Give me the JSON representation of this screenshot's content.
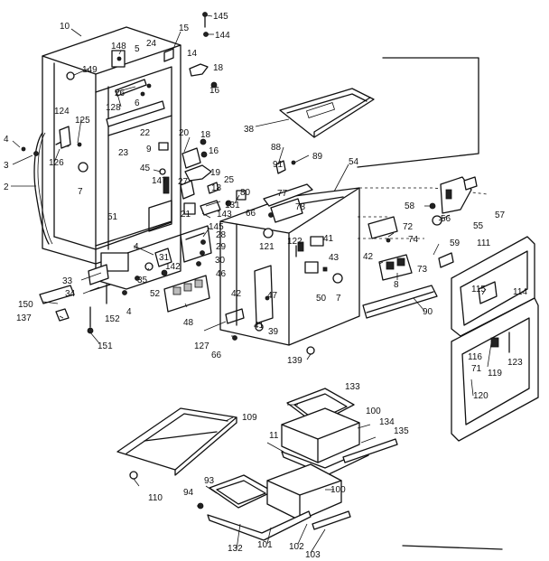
{
  "labels": [
    {
      "key": "l10",
      "text": "10"
    },
    {
      "key": "l145a",
      "text": "145"
    },
    {
      "key": "l144",
      "text": "144"
    },
    {
      "key": "l15",
      "text": "15"
    },
    {
      "key": "l148",
      "text": "148"
    },
    {
      "key": "l5",
      "text": "5"
    },
    {
      "key": "l24",
      "text": "24"
    },
    {
      "key": "l14",
      "text": "14"
    },
    {
      "key": "l18a",
      "text": "18"
    },
    {
      "key": "l149",
      "text": "149"
    },
    {
      "key": "l26",
      "text": "26"
    },
    {
      "key": "l6",
      "text": "6"
    },
    {
      "key": "l16a",
      "text": "16"
    },
    {
      "key": "l128",
      "text": "128"
    },
    {
      "key": "l124",
      "text": "124"
    },
    {
      "key": "l125",
      "text": "125"
    },
    {
      "key": "l22",
      "text": "22"
    },
    {
      "key": "l23",
      "text": "23"
    },
    {
      "key": "l9",
      "text": "9"
    },
    {
      "key": "l4a",
      "text": "4"
    },
    {
      "key": "l3",
      "text": "3"
    },
    {
      "key": "l126",
      "text": "126"
    },
    {
      "key": "l20",
      "text": "20"
    },
    {
      "key": "l18b",
      "text": "18"
    },
    {
      "key": "l16b",
      "text": "16"
    },
    {
      "key": "l2",
      "text": "2"
    },
    {
      "key": "l45",
      "text": "45"
    },
    {
      "key": "l147",
      "text": "147"
    },
    {
      "key": "l7a",
      "text": "7"
    },
    {
      "key": "l19",
      "text": "19"
    },
    {
      "key": "l25",
      "text": "25"
    },
    {
      "key": "l27",
      "text": "27"
    },
    {
      "key": "l18c",
      "text": "18"
    },
    {
      "key": "l131",
      "text": "131"
    },
    {
      "key": "l21",
      "text": "21"
    },
    {
      "key": "l143",
      "text": "143"
    },
    {
      "key": "l51",
      "text": "51"
    },
    {
      "key": "l145b",
      "text": "145"
    },
    {
      "key": "l28",
      "text": "28"
    },
    {
      "key": "l4b",
      "text": "4"
    },
    {
      "key": "l29",
      "text": "29"
    },
    {
      "key": "l31",
      "text": "31"
    },
    {
      "key": "l142",
      "text": "142"
    },
    {
      "key": "l30",
      "text": "30"
    },
    {
      "key": "l46",
      "text": "46"
    },
    {
      "key": "l33",
      "text": "33"
    },
    {
      "key": "l35",
      "text": "35"
    },
    {
      "key": "l52",
      "text": "52"
    },
    {
      "key": "l34",
      "text": "34"
    },
    {
      "key": "l150",
      "text": "150"
    },
    {
      "key": "l4c",
      "text": "4"
    },
    {
      "key": "l152",
      "text": "152"
    },
    {
      "key": "l137",
      "text": "137"
    },
    {
      "key": "l48",
      "text": "48"
    },
    {
      "key": "l151",
      "text": "151"
    },
    {
      "key": "l38",
      "text": "38"
    },
    {
      "key": "l88",
      "text": "88"
    },
    {
      "key": "l89",
      "text": "89"
    },
    {
      "key": "l91",
      "text": "91"
    },
    {
      "key": "l54",
      "text": "54"
    },
    {
      "key": "l80",
      "text": "80"
    },
    {
      "key": "l77",
      "text": "77"
    },
    {
      "key": "l66a",
      "text": "66"
    },
    {
      "key": "l78",
      "text": "78"
    },
    {
      "key": "l121",
      "text": "121"
    },
    {
      "key": "l122",
      "text": "122"
    },
    {
      "key": "l41",
      "text": "41"
    },
    {
      "key": "l43",
      "text": "43"
    },
    {
      "key": "l50",
      "text": "50"
    },
    {
      "key": "l7b",
      "text": "7"
    },
    {
      "key": "l42a",
      "text": "42"
    },
    {
      "key": "l47",
      "text": "47"
    },
    {
      "key": "l41b",
      "text": "41"
    },
    {
      "key": "l39",
      "text": "39"
    },
    {
      "key": "l127",
      "text": "127"
    },
    {
      "key": "l66b",
      "text": "66"
    },
    {
      "key": "l139",
      "text": "139"
    },
    {
      "key": "l58",
      "text": "58"
    },
    {
      "key": "l56",
      "text": "56"
    },
    {
      "key": "l55",
      "text": "55"
    },
    {
      "key": "l57",
      "text": "57"
    },
    {
      "key": "l72",
      "text": "72"
    },
    {
      "key": "l74",
      "text": "74"
    },
    {
      "key": "l59",
      "text": "59"
    },
    {
      "key": "l111",
      "text": "111"
    },
    {
      "key": "l42b",
      "text": "42"
    },
    {
      "key": "l73",
      "text": "73"
    },
    {
      "key": "l8",
      "text": "8"
    },
    {
      "key": "l90",
      "text": "90"
    },
    {
      "key": "l115",
      "text": "115"
    },
    {
      "key": "l114",
      "text": "114"
    },
    {
      "key": "l116",
      "text": "116"
    },
    {
      "key": "l71",
      "text": "71"
    },
    {
      "key": "l123",
      "text": "123"
    },
    {
      "key": "l119",
      "text": "119"
    },
    {
      "key": "l120",
      "text": "120"
    },
    {
      "key": "l133",
      "text": "133"
    },
    {
      "key": "l100a",
      "text": "100"
    },
    {
      "key": "l134",
      "text": "134"
    },
    {
      "key": "l135",
      "text": "135"
    },
    {
      "key": "l11",
      "text": "11"
    },
    {
      "key": "l109",
      "text": "109"
    },
    {
      "key": "l110",
      "text": "110"
    },
    {
      "key": "l93",
      "text": "93"
    },
    {
      "key": "l94",
      "text": "94"
    },
    {
      "key": "l100b",
      "text": "100"
    },
    {
      "key": "l132",
      "text": "132"
    },
    {
      "key": "l101",
      "text": "101"
    },
    {
      "key": "l102",
      "text": "102"
    },
    {
      "key": "l103",
      "text": "103"
    }
  ]
}
